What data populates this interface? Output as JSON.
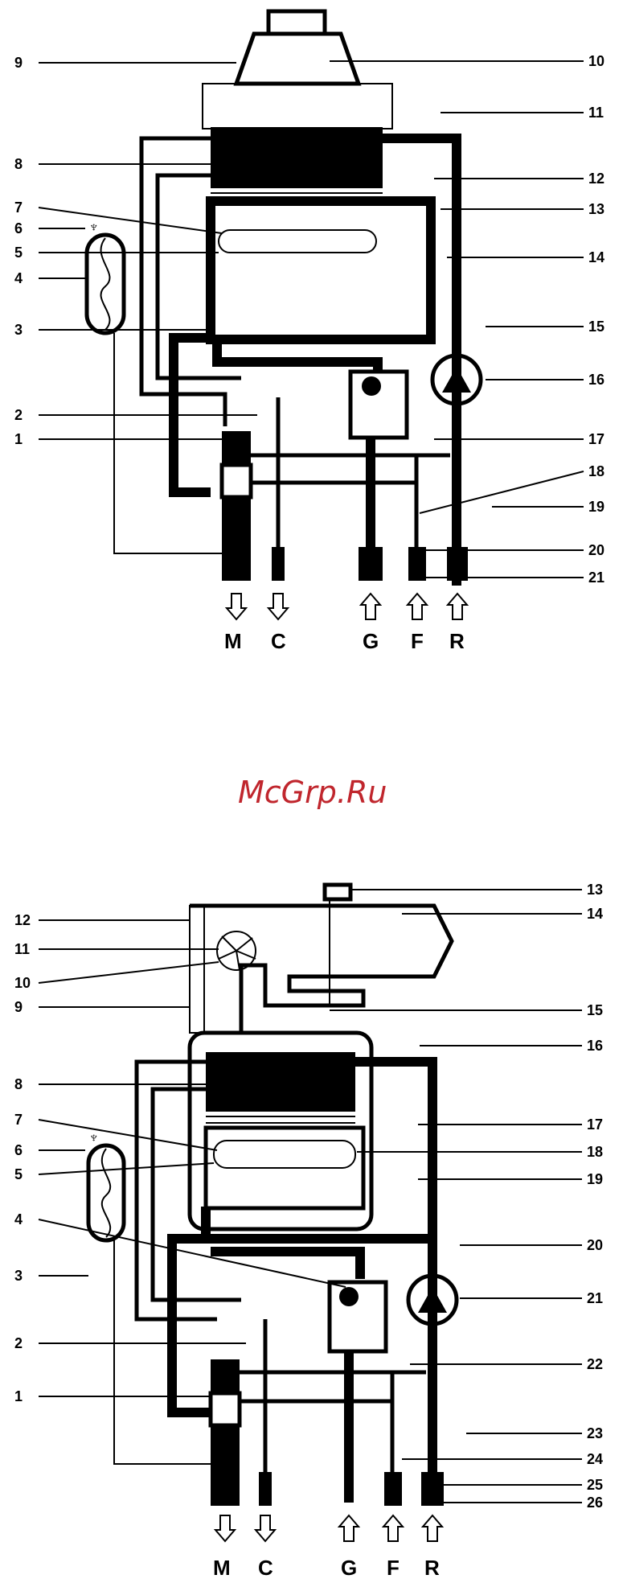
{
  "watermark": "McGrp.Ru",
  "colors": {
    "ink": "#000000",
    "watermark": "#c0262d",
    "background": "#ffffff"
  },
  "diagram_top": {
    "left_labels": [
      "9",
      "8",
      "7",
      "6",
      "5",
      "4",
      "3",
      "2",
      "1"
    ],
    "right_labels": [
      "10",
      "11",
      "12",
      "13",
      "14",
      "15",
      "16",
      "17",
      "18",
      "19",
      "20",
      "21"
    ],
    "connections": [
      "M",
      "C",
      "G",
      "F",
      "R"
    ]
  },
  "diagram_bottom": {
    "left_labels": [
      "12",
      "11",
      "10",
      "9",
      "8",
      "7",
      "6",
      "5",
      "4",
      "3",
      "2",
      "1"
    ],
    "right_labels": [
      "13",
      "14",
      "15",
      "16",
      "17",
      "18",
      "19",
      "20",
      "21",
      "22",
      "23",
      "24",
      "25",
      "26"
    ],
    "connections": [
      "M",
      "C",
      "G",
      "F",
      "R"
    ]
  }
}
